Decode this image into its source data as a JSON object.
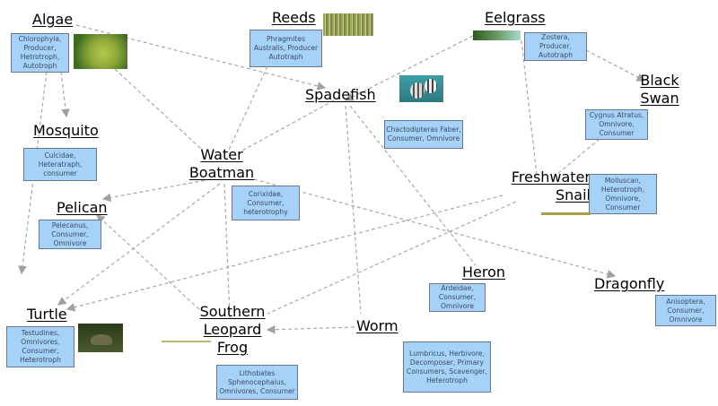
{
  "nodes": {
    "algae": {
      "name": "Algae",
      "info": "Chlorophyla, Producer, Hetrotroph, Autotroph"
    },
    "reeds": {
      "name": "Reeds",
      "info": "Phragmites Australis, Producer Autotraph"
    },
    "eelgrass": {
      "name": "Eelgrass",
      "info": "Zostera, Producer, Autotraph"
    },
    "spadefish": {
      "name": "Spadefish",
      "info": "Chactodipteras Faber, Consumer, Omnivore"
    },
    "black_swan": {
      "name": "Black Swan",
      "info": "Cygnus Atratus, Omnivore, Consumer"
    },
    "mosquito": {
      "name": "Mosquito",
      "info": "Culcidae, Heteratraph, consumer"
    },
    "water_boatman": {
      "name": "Water Boatman",
      "info": "Corixidae, Consumer, heterotrophy"
    },
    "freshwater_snail": {
      "name": "Freshwater Snail",
      "info": "Molluscan, Heterotroph, Omnivore, Consumer"
    },
    "pelican": {
      "name": "Pelican",
      "info": "Pelecanus, Consumer, Omnivore"
    },
    "heron": {
      "name": "Heron",
      "info": "Ardeidae, Consumer, Omnivore"
    },
    "dragonfly": {
      "name": "Dragonfly",
      "info": "Anisoptera, Consumer, Omnivore"
    },
    "turtle": {
      "name": "Turtle",
      "info": "Testudines, Omnivores, Consumer, Heterotroph"
    },
    "frog": {
      "name": "Southern Leopard Frog",
      "info": "Lithobates Sphenocephaius, Omnivores, Consumer"
    },
    "worm": {
      "name": "Worm",
      "info": "Lumbricus, Herbivore, Decomposer, Primary Consumers, Scavenger, Heterotroph"
    }
  },
  "colors": {
    "box_fill": "#a6d2f7",
    "box_border": "#67788c",
    "arrow": "#a0a0a0"
  },
  "edges": [
    [
      "algae",
      "spadefish"
    ],
    [
      "algae",
      "water_boatman"
    ],
    [
      "algae",
      "mosquito"
    ],
    [
      "algae",
      "offscreen-down"
    ],
    [
      "reeds",
      "water_boatman"
    ],
    [
      "eelgrass",
      "spadefish"
    ],
    [
      "eelgrass",
      "freshwater_snail"
    ],
    [
      "eelgrass",
      "black_swan"
    ],
    [
      "black_swan",
      "freshwater_snail"
    ],
    [
      "spadefish",
      "water_boatman"
    ],
    [
      "spadefish",
      "worm"
    ],
    [
      "spadefish",
      "heron"
    ],
    [
      "water_boatman",
      "pelican"
    ],
    [
      "water_boatman",
      "turtle"
    ],
    [
      "water_boatman",
      "frog"
    ],
    [
      "water_boatman",
      "dragonfly"
    ],
    [
      "freshwater_snail",
      "turtle"
    ],
    [
      "freshwater_snail",
      "frog"
    ],
    [
      "frog",
      "pelican"
    ],
    [
      "worm",
      "frog"
    ]
  ]
}
